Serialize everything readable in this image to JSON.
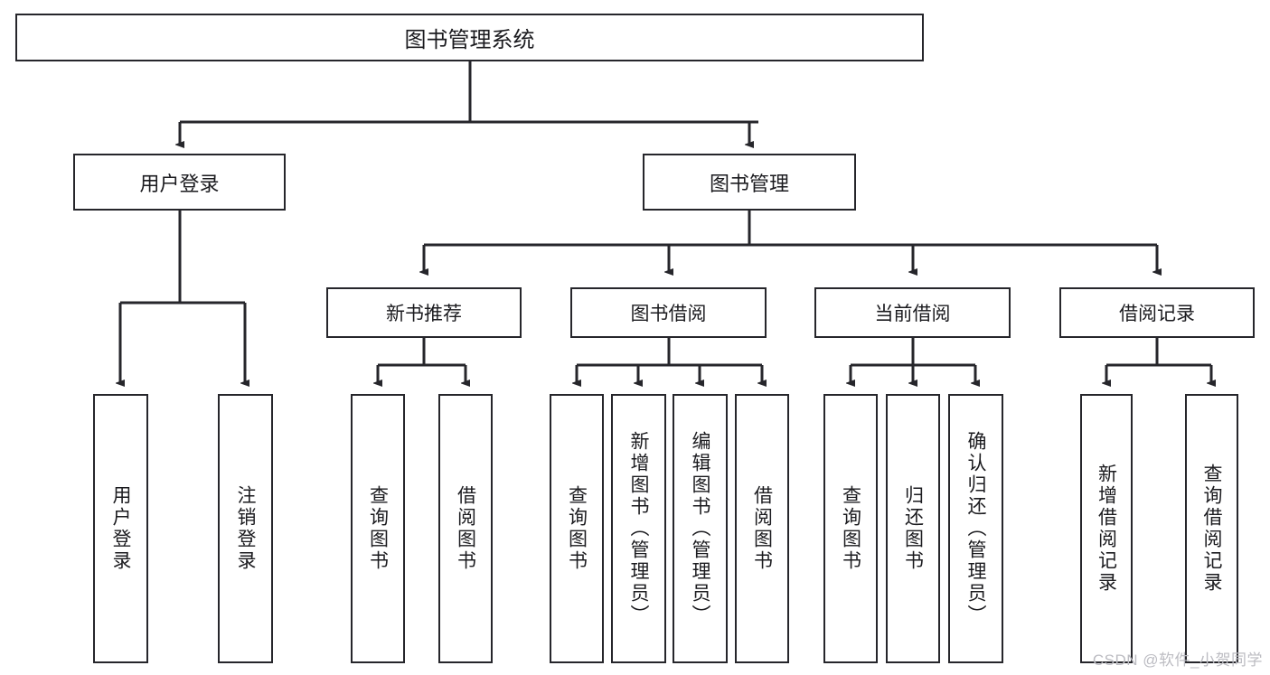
{
  "diagram": {
    "title": "图书管理系统",
    "type": "tree",
    "root": {
      "label": "图书管理系统"
    },
    "level2": [
      {
        "id": "user-login",
        "label": "用户登录"
      },
      {
        "id": "book-manage",
        "label": "图书管理"
      }
    ],
    "level3": [
      {
        "id": "new-book-recommend",
        "label": "新书推荐",
        "parent": "book-manage"
      },
      {
        "id": "book-borrow",
        "label": "图书借阅",
        "parent": "book-manage"
      },
      {
        "id": "current-borrow",
        "label": "当前借阅",
        "parent": "book-manage"
      },
      {
        "id": "borrow-record",
        "label": "借阅记录",
        "parent": "book-manage"
      }
    ],
    "leaves": [
      {
        "id": "leaf-user-login",
        "label": "用户登录",
        "parent": "user-login"
      },
      {
        "id": "leaf-logout-login",
        "label": "注销登录",
        "parent": "user-login"
      },
      {
        "id": "leaf-query-book-1",
        "label": "查询图书",
        "parent": "new-book-recommend"
      },
      {
        "id": "leaf-borrow-book-1",
        "label": "借阅图书",
        "parent": "new-book-recommend"
      },
      {
        "id": "leaf-query-book-2",
        "label": "查询图书",
        "parent": "book-borrow"
      },
      {
        "id": "leaf-add-book",
        "label": "新增图书（管理员）",
        "parent": "book-borrow"
      },
      {
        "id": "leaf-edit-book",
        "label": "编辑图书（管理员）",
        "parent": "book-borrow"
      },
      {
        "id": "leaf-borrow-book-2",
        "label": "借阅图书",
        "parent": "book-borrow"
      },
      {
        "id": "leaf-query-book-3",
        "label": "查询图书",
        "parent": "current-borrow"
      },
      {
        "id": "leaf-return-book",
        "label": "归还图书",
        "parent": "current-borrow"
      },
      {
        "id": "leaf-confirm-return",
        "label": "确认归还（管理员）",
        "parent": "current-borrow"
      },
      {
        "id": "leaf-add-record",
        "label": "新增借阅记录",
        "parent": "borrow-record"
      },
      {
        "id": "leaf-query-record",
        "label": "查询借阅记录",
        "parent": "borrow-record"
      }
    ]
  },
  "watermark": {
    "text": "CSDN @软件_小贺同学"
  },
  "colors": {
    "stroke": "#26262b",
    "text": "#1b1b1f",
    "background": "#ffffff",
    "watermark": "#bcbcc2"
  }
}
